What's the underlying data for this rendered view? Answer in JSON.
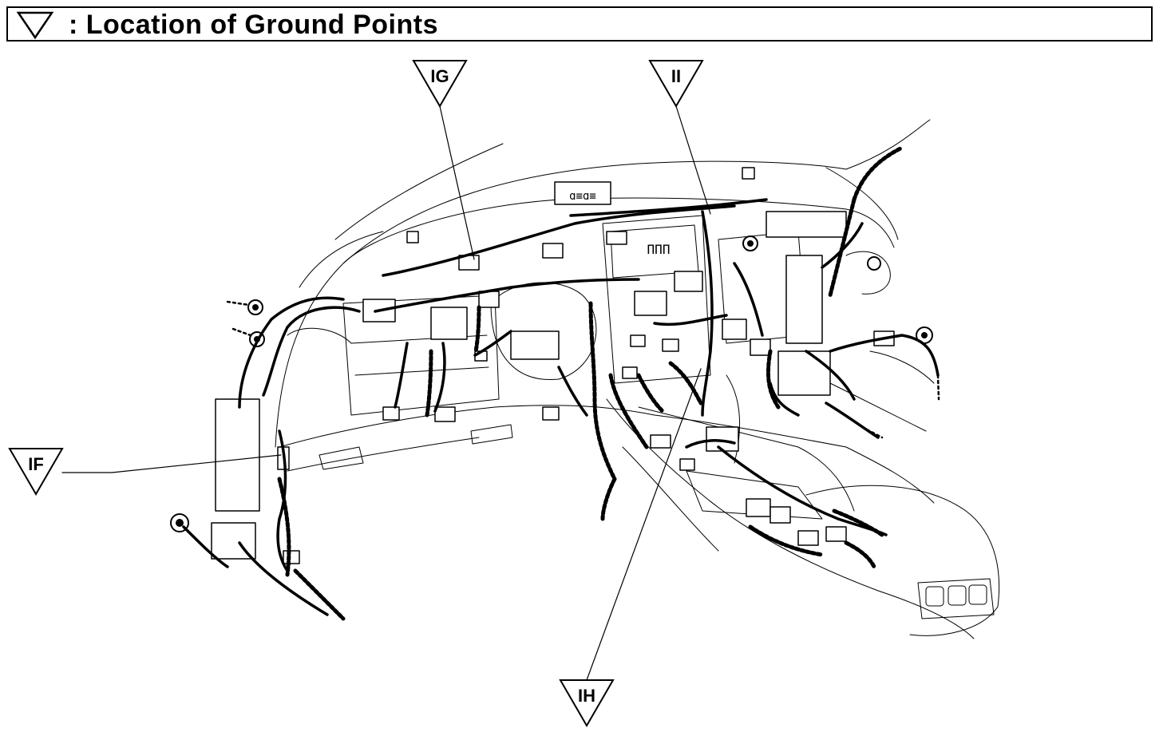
{
  "header": {
    "title": ": Location of Ground Points",
    "icon": "ground-triangle-icon"
  },
  "ground_points": [
    {
      "id": "IG",
      "label": "IG"
    },
    {
      "id": "II",
      "label": "II"
    },
    {
      "id": "IF",
      "label": "IF"
    },
    {
      "id": "IH",
      "label": "IH"
    }
  ],
  "connector_labels": {
    "top_relay": "ɑ≡ɑ≡",
    "cluster": "ΠΠΠ"
  },
  "colors": {
    "ink": "#000000",
    "paper": "#ffffff"
  }
}
